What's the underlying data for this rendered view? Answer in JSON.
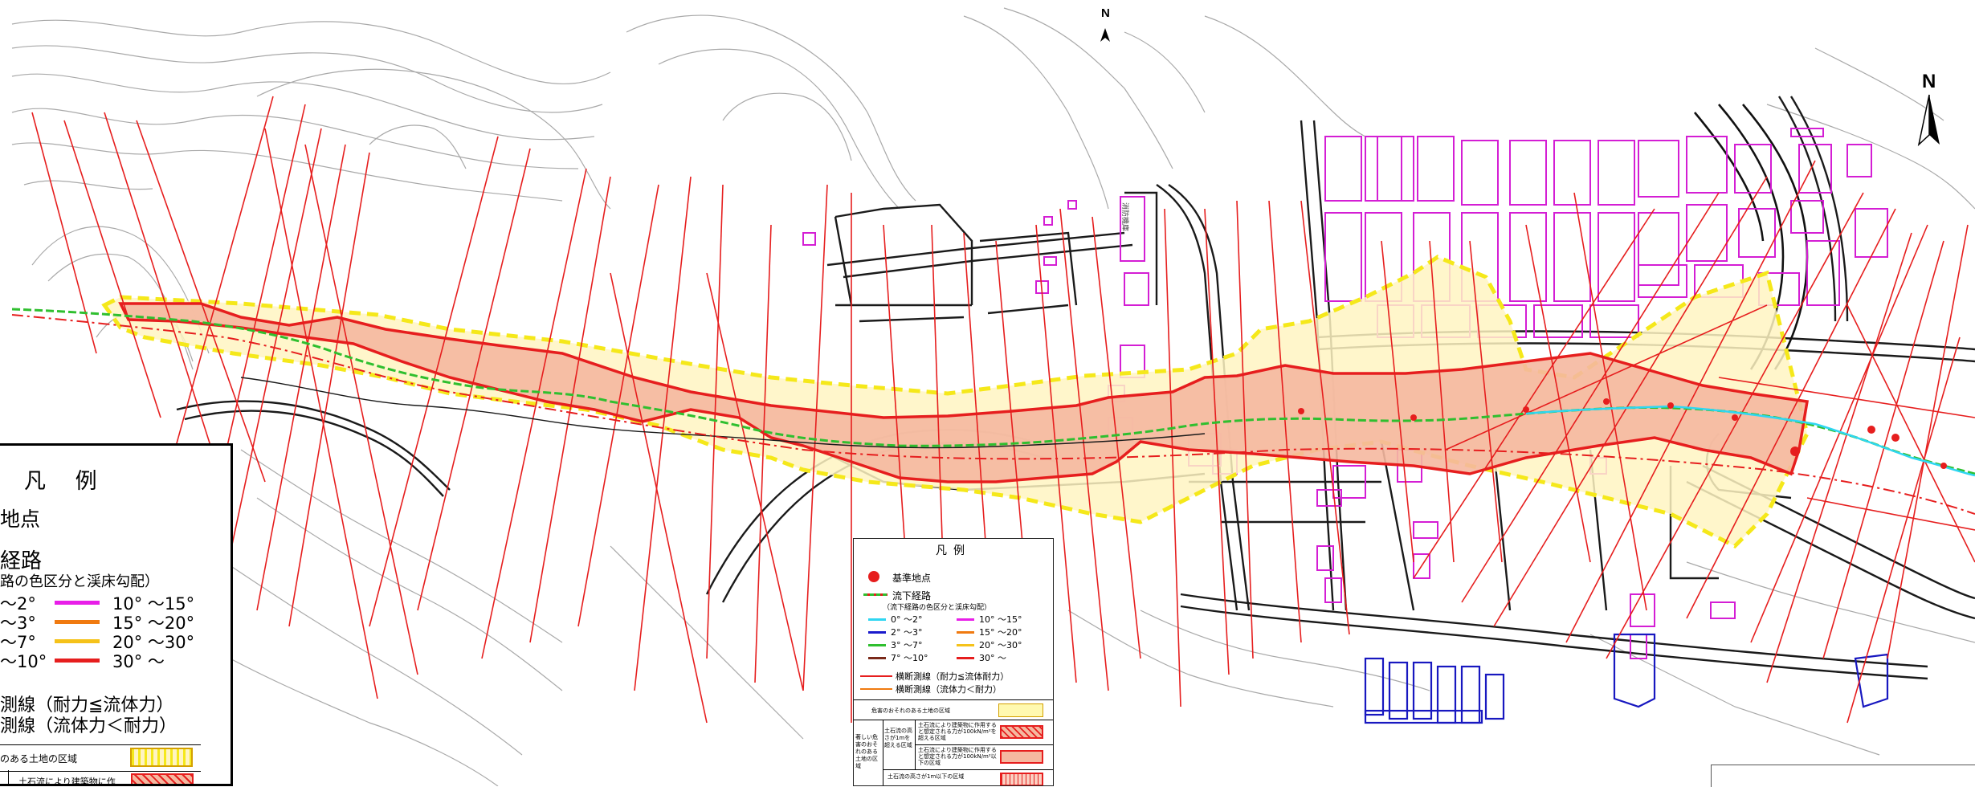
{
  "north_small": "N",
  "north_large": "N",
  "map_labels": {
    "building_label": "消防機庫"
  },
  "legend_small": {
    "title": "凡例",
    "base_point": "基準地点",
    "route_title": "流下経路",
    "route_sub": "（流下経路の色区分と渓床勾配）",
    "slopes": [
      {
        "label": "0° ～2°",
        "color": "#2fd6f2"
      },
      {
        "label": "10° ～15°",
        "color": "#e81ee8"
      },
      {
        "label": "2° ～3°",
        "color": "#1a1acc"
      },
      {
        "label": "15° ～20°",
        "color": "#f07a10"
      },
      {
        "label": "3° ～7°",
        "color": "#2fbf2f"
      },
      {
        "label": "20° ～30°",
        "color": "#f5c21a"
      },
      {
        "label": "7° ～10°",
        "color": "#7a2a1a"
      },
      {
        "label": "30° ～",
        "color": "#e61e1e"
      }
    ],
    "cross1": "横断測線（耐力≦流体耐力）",
    "cross2": "横断測線（流体力＜耐力）",
    "zone_header": "危害のおそれのある土地の区域",
    "zone_left": "著しい危害のおそれのある土地の区域",
    "zone_mid": "土石流の高さが1mを超える区域",
    "zone_row1": "土石流により建築物に作用すると想定される力が100kN/m²を超える区域",
    "zone_row2": "土石流により建築物に作用すると想定される力が100kN/m²以下の区域",
    "zone_row3": "土石流の高さが1m以下の区域"
  },
  "legend_big": {
    "title": "凡 例",
    "base_point": "地点",
    "route_title": "経路",
    "route_sub": "路の色区分と渓床勾配）",
    "slopes_left": [
      "～2°",
      "～3°",
      "～7°",
      "～10°"
    ],
    "slopes_right": [
      {
        "label": "10° ～15°",
        "color": "#e81ee8"
      },
      {
        "label": "15° ～20°",
        "color": "#f07a10"
      },
      {
        "label": "20° ～30°",
        "color": "#f5c21a"
      },
      {
        "label": "30° ～",
        "color": "#e61e1e"
      }
    ],
    "cross1": "測線（耐力≦流体力）",
    "cross2": "測線（流体力＜耐力）",
    "zone1": "のある土地の区域",
    "zone2": "土石流により建築物に作"
  },
  "colors": {
    "zone_yellow": "#fff4c2",
    "zone_yellow_line": "#f5e81a",
    "zone_red_fill": "#f5b8a0",
    "zone_red_line": "#e61e1e",
    "contour": "#9a9a9a"
  }
}
